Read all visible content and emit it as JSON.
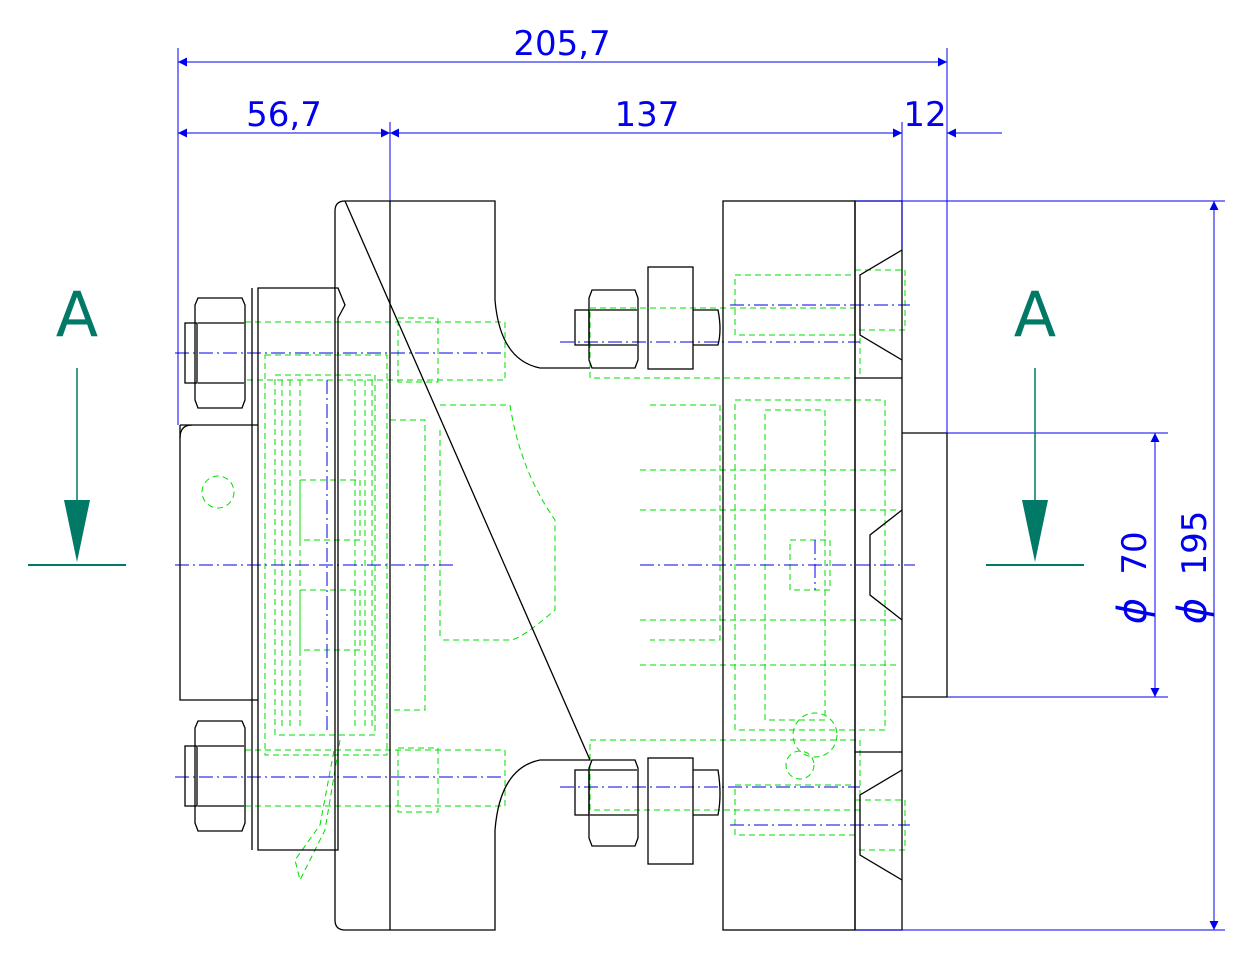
{
  "dimensions": {
    "overall_length": "205,7",
    "left_offset": "56,7",
    "middle_span": "137",
    "right_offset": "12",
    "small_diameter": "70",
    "large_diameter": "195",
    "diameter_symbol": "ϕ"
  },
  "section": {
    "left_label": "A",
    "right_label": "A"
  },
  "colors": {
    "outline": "#000000",
    "hidden_lines": "#00dd00",
    "dimension": "#0000ee",
    "section_marker": "#007a66"
  }
}
